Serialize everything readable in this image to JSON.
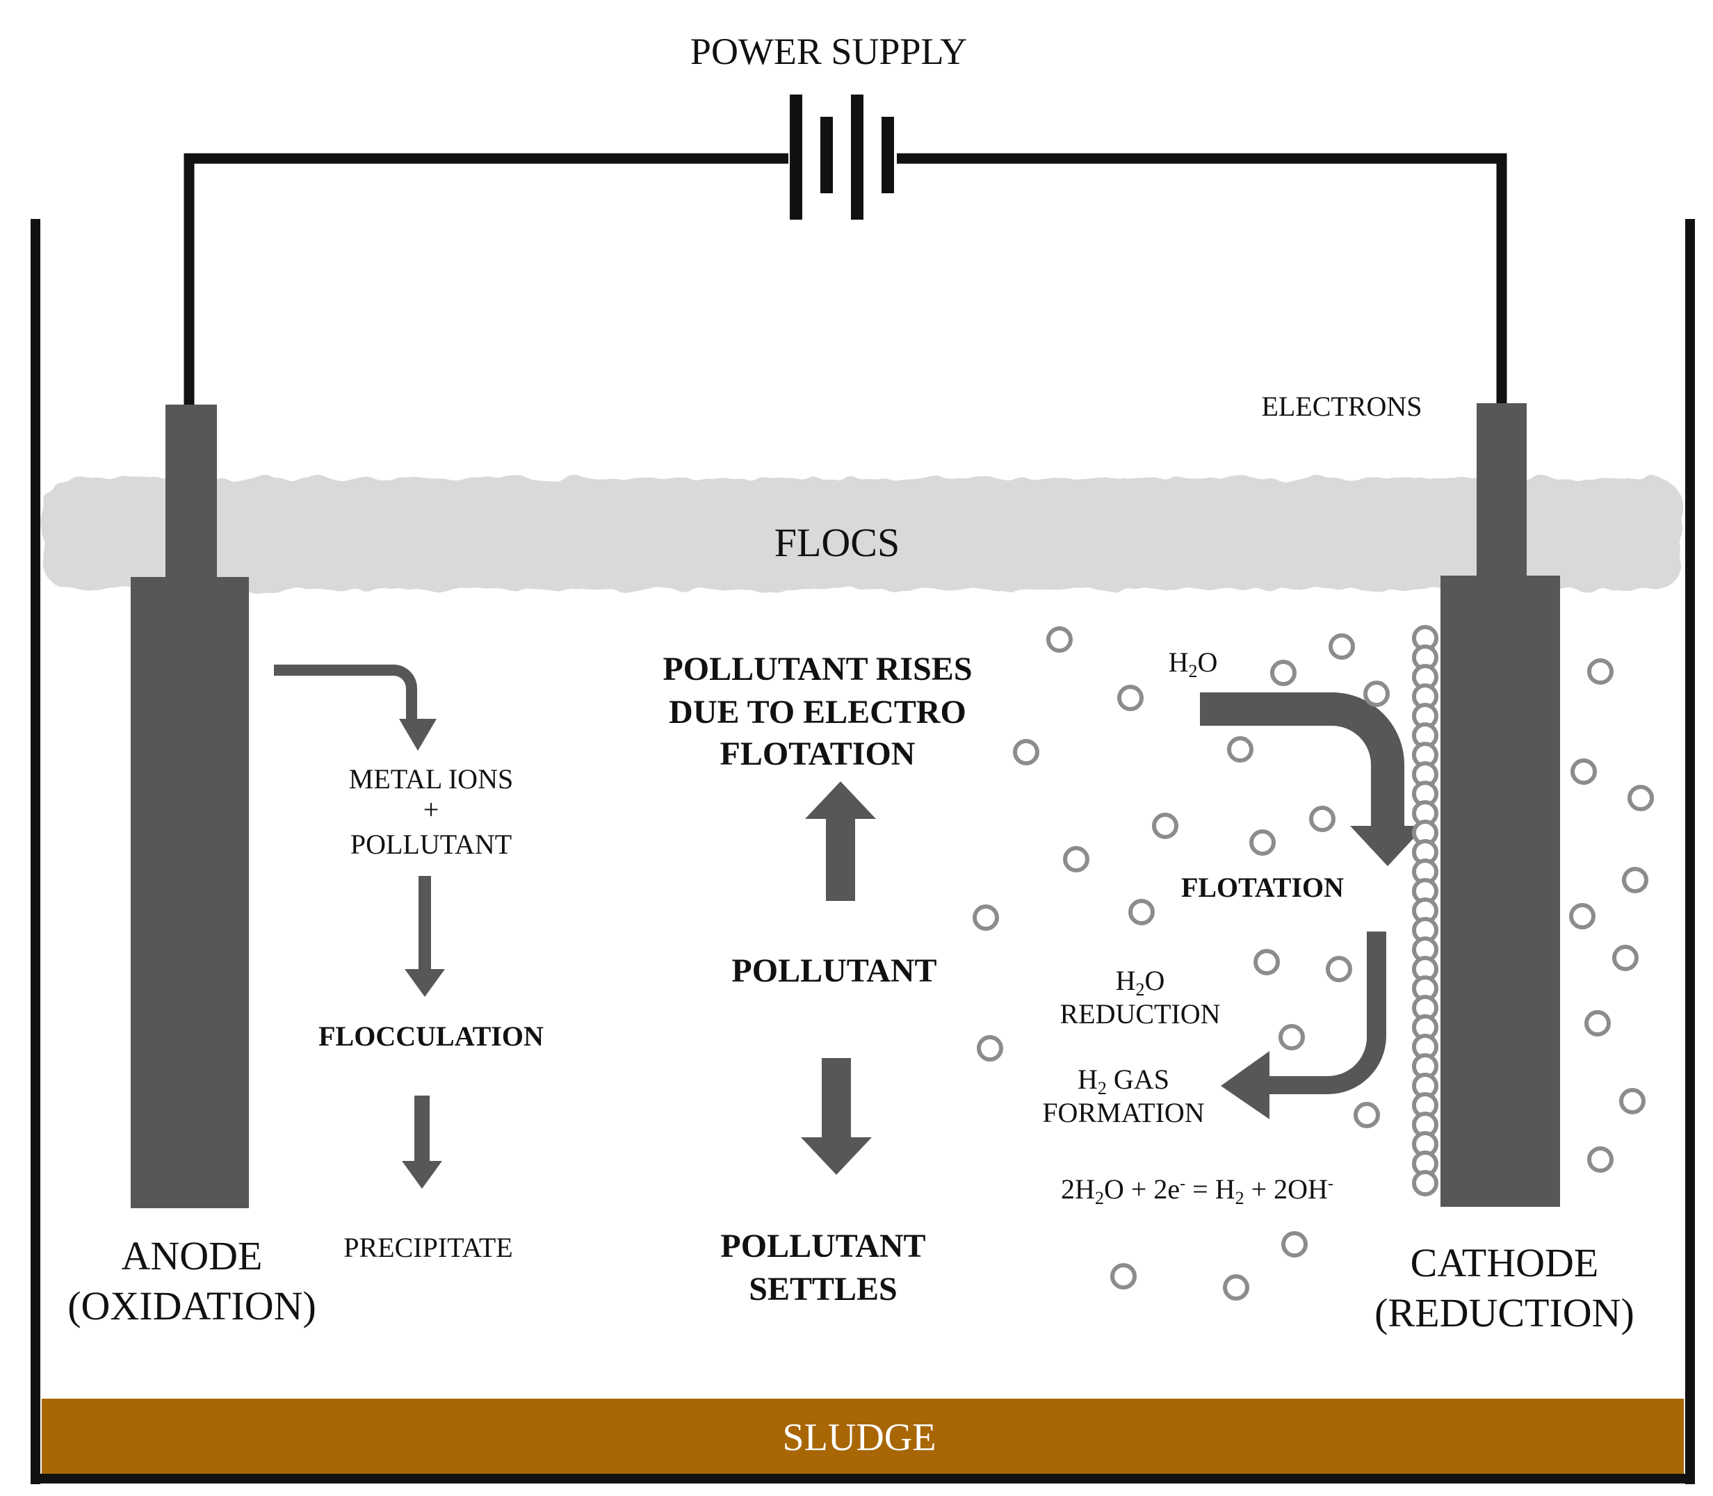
{
  "labels": {
    "power_supply": "POWER SUPPLY",
    "electrons": "ELECTRONS",
    "flocs": "FLOCS",
    "sludge": "SLUDGE",
    "anode": {
      "line1": "ANODE",
      "line2": "(OXIDATION)"
    },
    "cathode": {
      "line1": "CATHODE",
      "line2": "(REDUCTION)"
    },
    "anode_process": {
      "metal_ions": "METAL IONS",
      "plus": "+",
      "pollutant": "POLLUTANT",
      "flocculation": "FLOCCULATION",
      "precipitate": "PRECIPITATE"
    },
    "center_process": {
      "rises_line1": "POLLUTANT RISES",
      "rises_line2": "DUE TO ELECTRO",
      "rises_line3": "FLOTATION",
      "pollutant": "POLLUTANT",
      "settles_line1": "POLLUTANT",
      "settles_line2": "SETTLES"
    },
    "cathode_process": {
      "h2o_top": {
        "h": "H",
        "sub": "2",
        "o": "O"
      },
      "flotation": "FLOTATION",
      "h2o_reduction": {
        "h": "H",
        "sub": "2",
        "o": "O",
        "line2": "REDUCTION"
      },
      "h2_gas": {
        "h": "H",
        "sub": "2",
        "rest": " GAS",
        "line2": "FORMATION"
      },
      "equation": {
        "p1": "2H",
        "s1": "2",
        "p2": "O + 2e",
        "sup1": "-",
        "p3": " = H",
        "s2": "2",
        "p4": " + 2OH",
        "sup2": "-"
      }
    }
  },
  "colors": {
    "electrode": "#575757",
    "wire": "#111111",
    "flocs": "#d9d9d9",
    "sludge": "#a86605",
    "sludge_text": "#ffffff",
    "bubble": "#8c8c8c"
  }
}
